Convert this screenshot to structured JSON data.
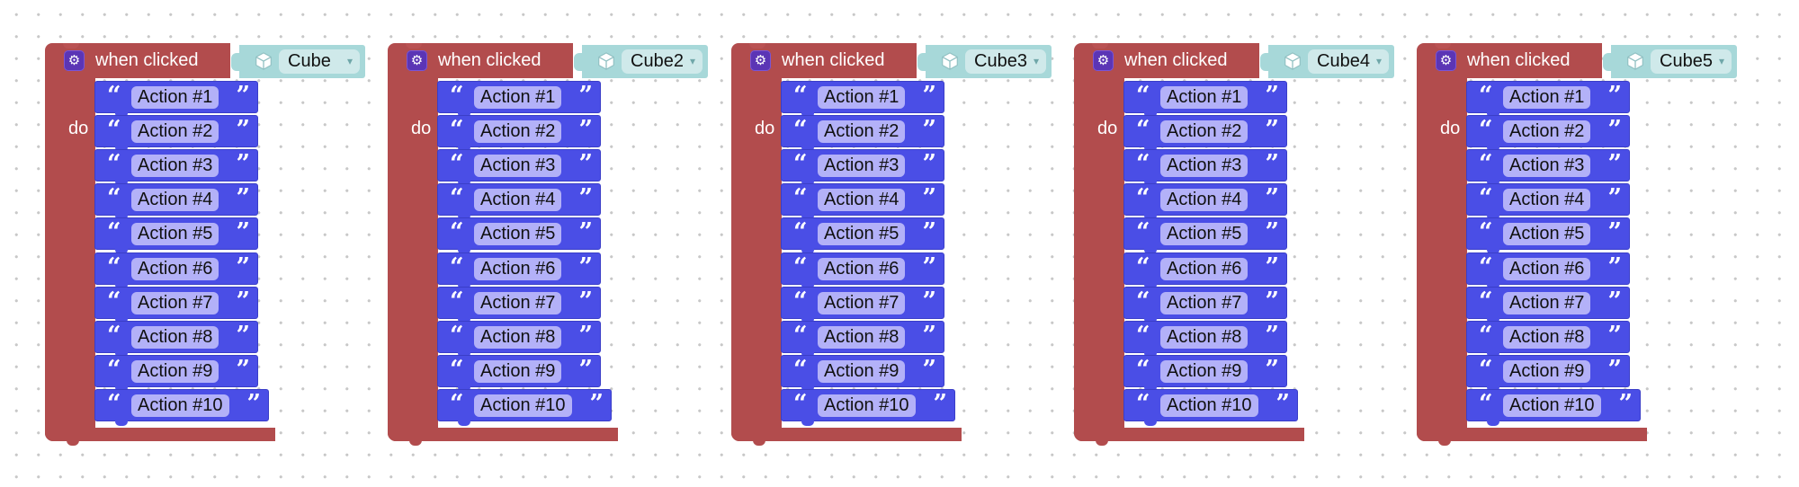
{
  "event_label": "when clicked",
  "do_label": "do",
  "icons": {
    "event": "gear-icon",
    "object": "cube-icon",
    "dropdown": "dropdown-arrow-icon",
    "open_quote": "open-quote-icon",
    "close_quote": "close-quote-icon"
  },
  "colors": {
    "event_block": "#b24c4d",
    "object_slot": "#a7d8d9",
    "action_block": "#4a4ee6",
    "action_text_bg": "#b3b1f8",
    "gear_badge": "#5b35b5"
  },
  "blocks": [
    {
      "object": "Cube",
      "actions": [
        "Action #1",
        "Action #2",
        "Action #3",
        "Action #4",
        "Action #5",
        "Action #6",
        "Action #7",
        "Action #8",
        "Action #9",
        "Action #10"
      ]
    },
    {
      "object": "Cube2",
      "actions": [
        "Action #1",
        "Action #2",
        "Action #3",
        "Action #4",
        "Action #5",
        "Action #6",
        "Action #7",
        "Action #8",
        "Action #9",
        "Action #10"
      ]
    },
    {
      "object": "Cube3",
      "actions": [
        "Action #1",
        "Action #2",
        "Action #3",
        "Action #4",
        "Action #5",
        "Action #6",
        "Action #7",
        "Action #8",
        "Action #9",
        "Action #10"
      ]
    },
    {
      "object": "Cube4",
      "actions": [
        "Action #1",
        "Action #2",
        "Action #3",
        "Action #4",
        "Action #5",
        "Action #6",
        "Action #7",
        "Action #8",
        "Action #9",
        "Action #10"
      ]
    },
    {
      "object": "Cube5",
      "actions": [
        "Action #1",
        "Action #2",
        "Action #3",
        "Action #4",
        "Action #5",
        "Action #6",
        "Action #7",
        "Action #8",
        "Action #9",
        "Action #10"
      ]
    }
  ]
}
